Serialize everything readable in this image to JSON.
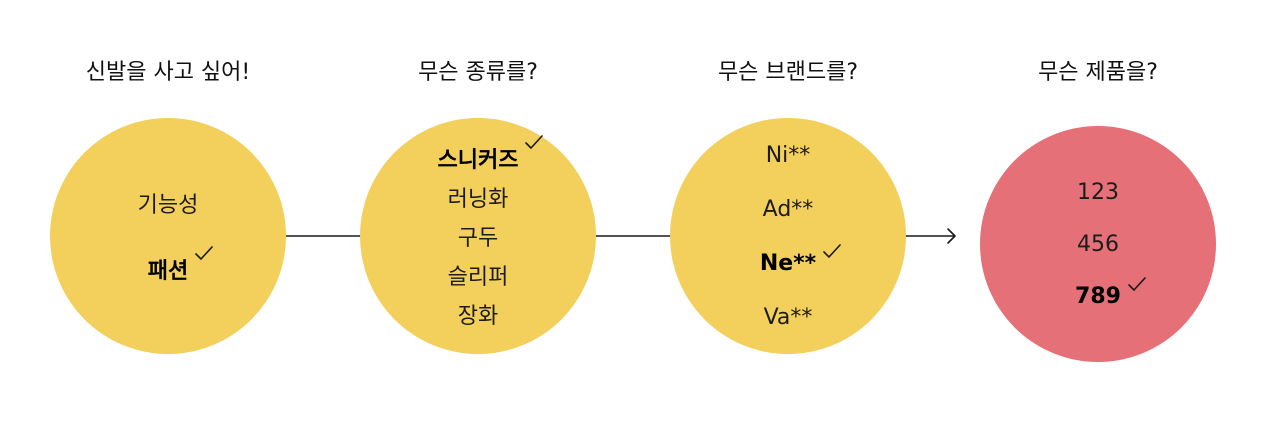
{
  "colors": {
    "yellow": "#f3cf5b",
    "red": "#e57078",
    "line": "#1a1a1a"
  },
  "steps": [
    {
      "heading": "신발을 사고 싶어!",
      "color": "yellow",
      "options": [
        {
          "label": "기능성",
          "selected": false
        },
        {
          "label": "패션",
          "selected": true
        }
      ]
    },
    {
      "heading": "무슨 종류를?",
      "color": "yellow",
      "options": [
        {
          "label": "스니커즈",
          "selected": true
        },
        {
          "label": "러닝화",
          "selected": false
        },
        {
          "label": "구두",
          "selected": false
        },
        {
          "label": "슬리퍼",
          "selected": false
        },
        {
          "label": "장화",
          "selected": false
        }
      ]
    },
    {
      "heading": "무슨 브랜드를?",
      "color": "yellow",
      "options": [
        {
          "label": "Ni**",
          "selected": false
        },
        {
          "label": "Ad**",
          "selected": false
        },
        {
          "label": "Ne**",
          "selected": true
        },
        {
          "label": "Va**",
          "selected": false
        }
      ]
    },
    {
      "heading": "무슨 제품을?",
      "color": "red",
      "options": [
        {
          "label": "123",
          "selected": false
        },
        {
          "label": "456",
          "selected": false
        },
        {
          "label": "789",
          "selected": true
        }
      ]
    }
  ],
  "check_icon": "checkmark-icon",
  "arrow_icon": "arrow-right-icon"
}
